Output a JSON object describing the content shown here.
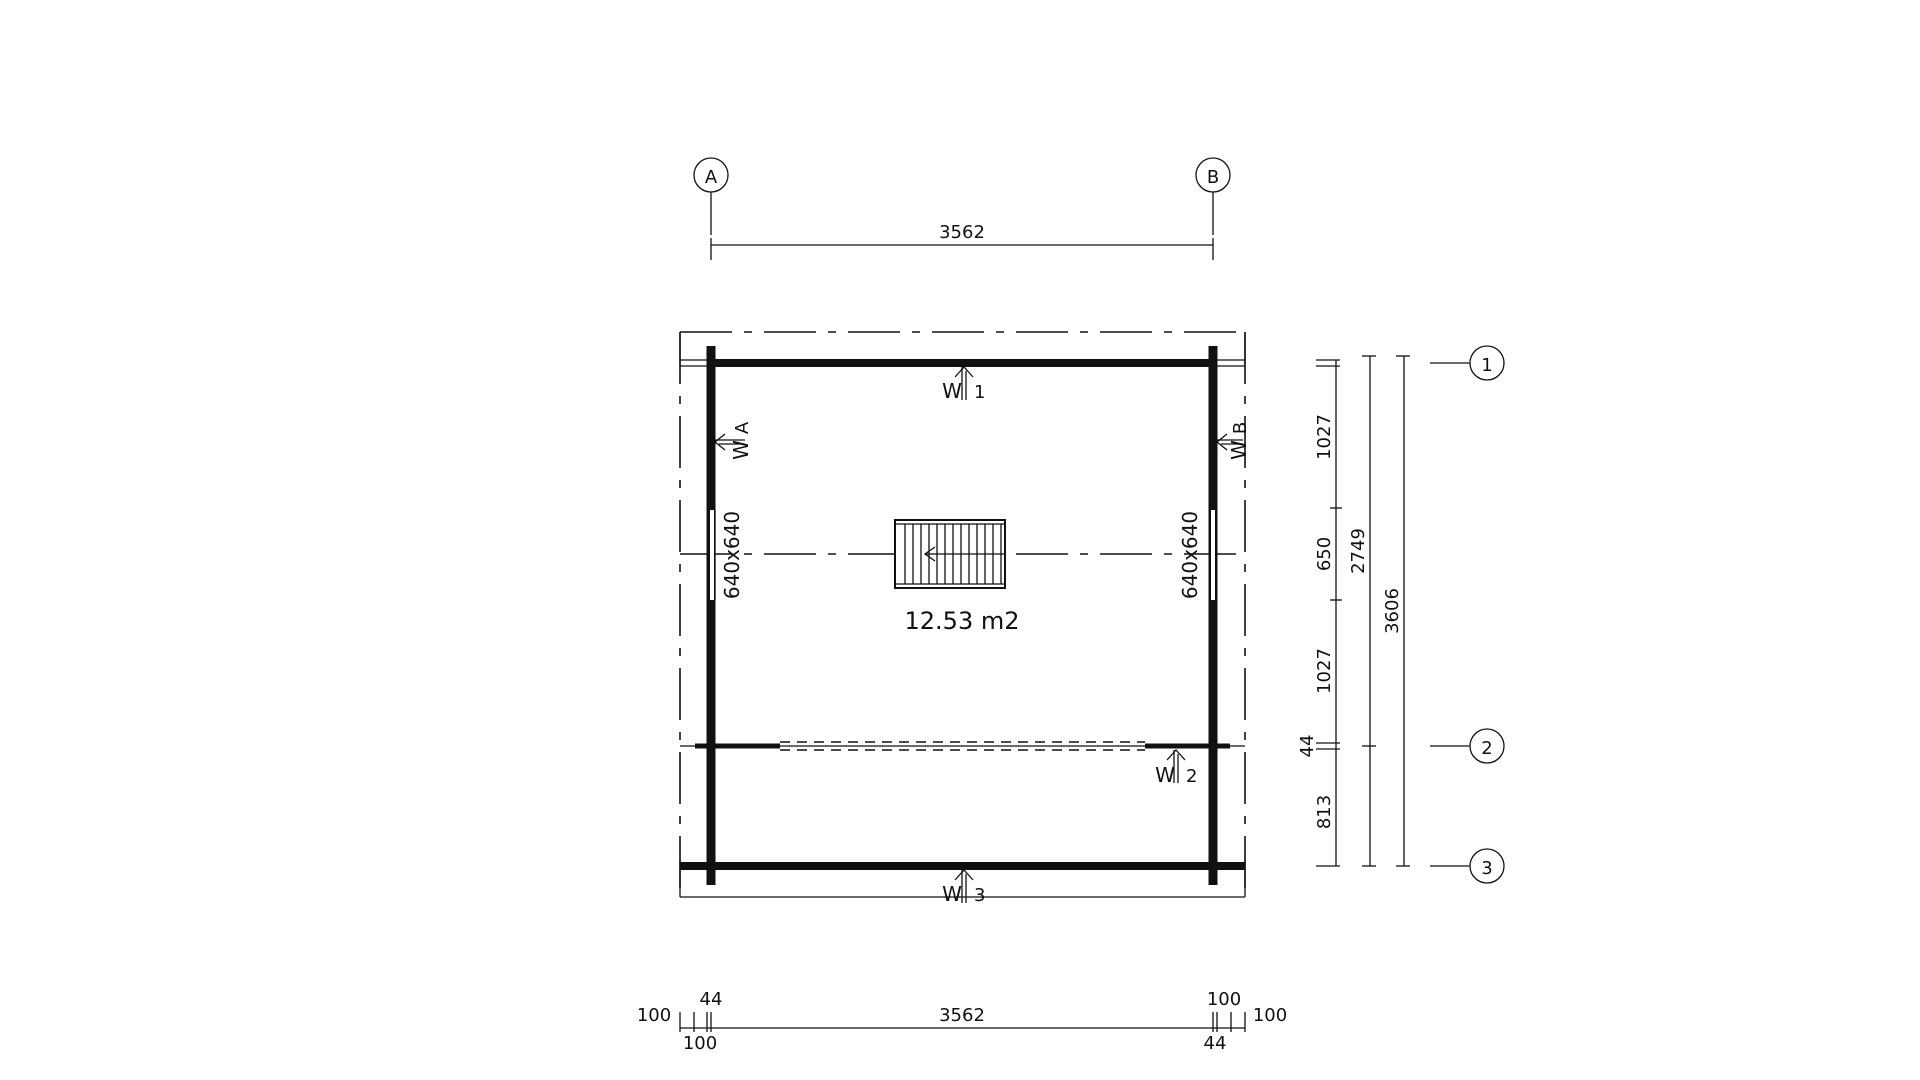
{
  "grid": {
    "axis_a": "A",
    "axis_b": "B",
    "axis_1": "1",
    "axis_2": "2",
    "axis_3": "3"
  },
  "dimensions": {
    "top_span": "3562",
    "bottom_span": "3562",
    "bottom_left_overhang": "100",
    "bottom_left_wall": "44",
    "bottom_left_inner": "100",
    "bottom_right_inner": "100",
    "bottom_right_overhang": "100",
    "bottom_right_wall": "44",
    "right_seg_1": "1027",
    "right_seg_2": "650",
    "right_seg_3": "1027",
    "right_seg_4": "44",
    "right_seg_5": "813",
    "right_total_inner": "2749",
    "right_total": "3606"
  },
  "labels": {
    "area": "12.53 m2",
    "window_left": "640x640",
    "window_right": "640x640",
    "wall_1_w": "W",
    "wall_1_n": "1",
    "wall_2_w": "W",
    "wall_2_n": "2",
    "wall_3_w": "W",
    "wall_3_n": "3",
    "wall_a_w": "W",
    "wall_a_n": "A",
    "wall_b_w": "W",
    "wall_b_n": "B"
  }
}
